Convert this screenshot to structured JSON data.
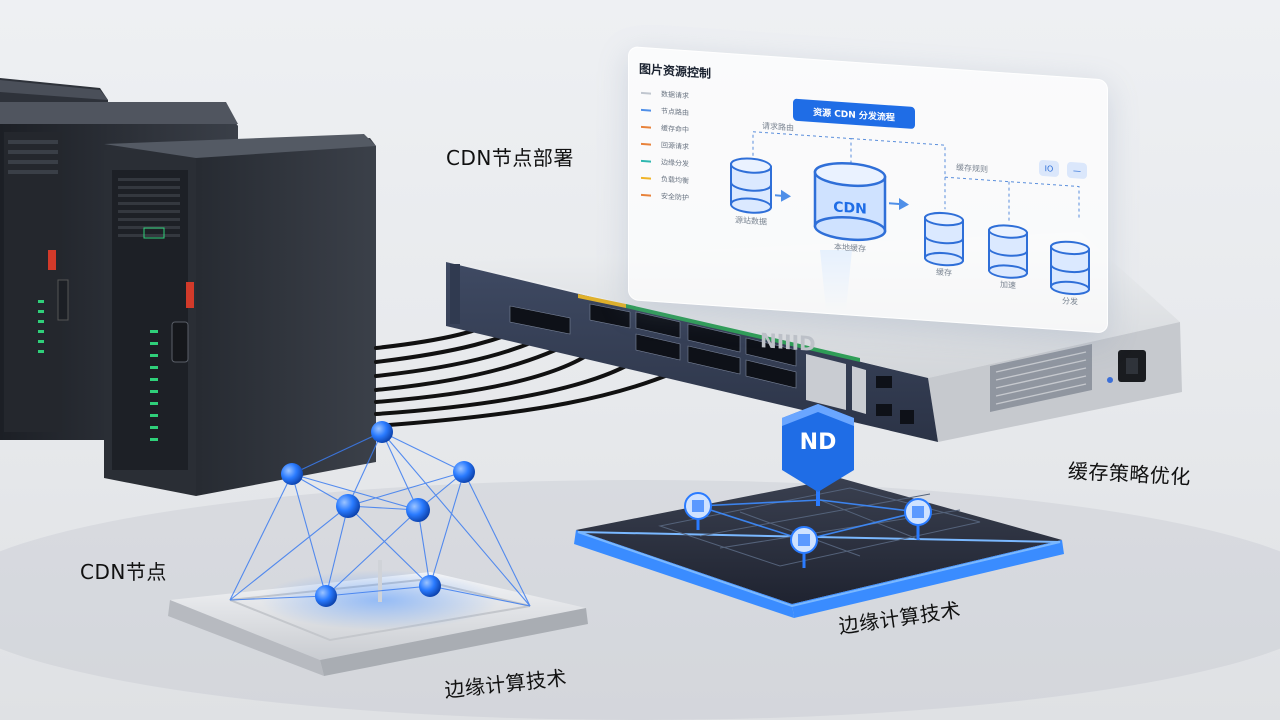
{
  "labels": {
    "cdn_deploy": "CDN节点部署",
    "cdn_node": "CDN节点",
    "cache_strategy": "缓存策略优化",
    "edge_compute_right": "边缘计算技术",
    "edge_compute_left": "边缘计算技术"
  },
  "panel": {
    "title": "图片资源控制",
    "banner": "资源 CDN 分发流程",
    "big_node_text": "CDN",
    "mini_buttons": [
      "IO",
      "—"
    ],
    "captions": {
      "source": "源站数据",
      "cdn": "本地缓存",
      "edge1": "缓存",
      "edge2": "加速",
      "edge3": "分发",
      "branch_top": "缓存规则",
      "branch_left": "请求路由"
    },
    "legend": [
      {
        "text": "数据请求",
        "color": "#c0c6cf"
      },
      {
        "text": "节点路由",
        "color": "#4f8fe8"
      },
      {
        "text": "缓存命中",
        "color": "#e8823a"
      },
      {
        "text": "回源请求",
        "color": "#e8823a"
      },
      {
        "text": "边缘分发",
        "color": "#2fb7b0"
      },
      {
        "text": "负载均衡",
        "color": "#f0b429"
      },
      {
        "text": "安全防护",
        "color": "#e8823a"
      }
    ]
  },
  "badge": {
    "text": "ND"
  },
  "colors": {
    "accent_blue": "#1f6de6",
    "node_blue": "#2a7bff",
    "server_dark": "#2c3038",
    "switch_body": "#d7dade",
    "port_green": "#2f9e57",
    "port_yellow": "#e0b12b"
  }
}
